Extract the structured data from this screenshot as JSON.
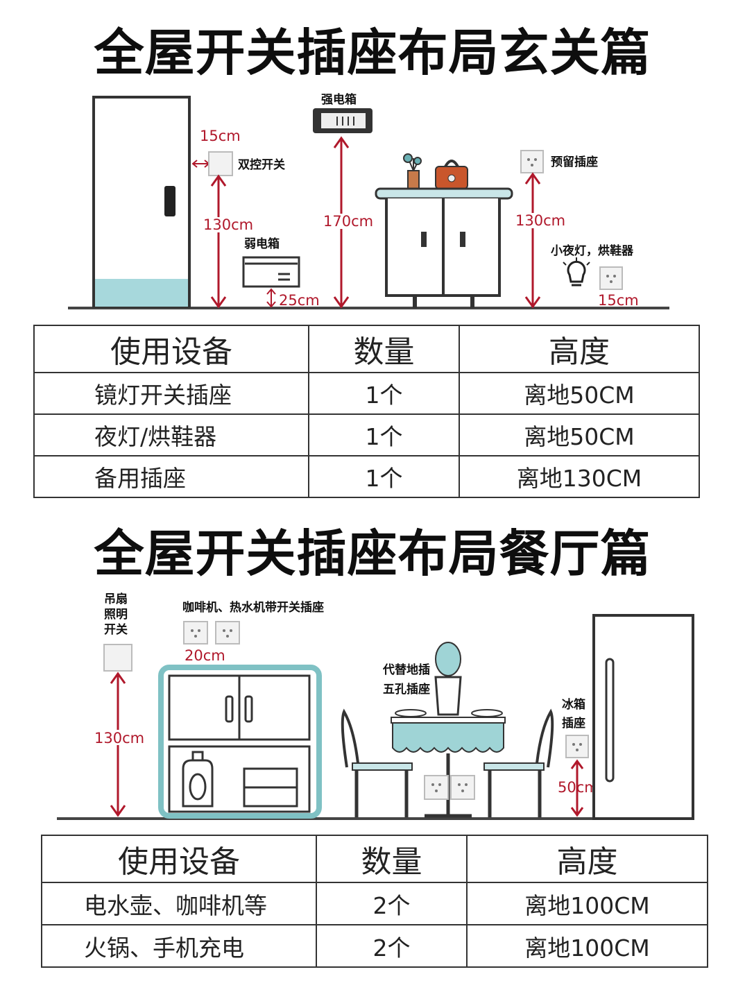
{
  "section1": {
    "title": "全屋开关插座布局玄关篇",
    "labels": {
      "strong_box": "强电箱",
      "dual_switch": "双控开关",
      "reserved_socket": "预留插座",
      "weak_box": "弱电箱",
      "night_light": "小夜灯，烘鞋器"
    },
    "dims": {
      "d15_top": "15cm",
      "d130_left": "130cm",
      "d170": "170cm",
      "d130_right": "130cm",
      "d25": "25cm",
      "d15_bottom": "15cm"
    },
    "table": {
      "headers": [
        "使用设备",
        "数量",
        "高度"
      ],
      "rows": [
        [
          "镜灯开关插座",
          "1个",
          "离地50CM"
        ],
        [
          "夜灯/烘鞋器",
          "1个",
          "离地50CM"
        ],
        [
          "备用插座",
          "1个",
          "离地130CM"
        ]
      ]
    }
  },
  "section2": {
    "title": "全屋开关插座布局餐厅篇",
    "labels": {
      "fan_line1": "吊扇",
      "fan_line2": "照明",
      "fan_line3": "开关",
      "coffee": "咖啡机、热水机带开关插座",
      "floor_line1": "代替地插",
      "floor_line2": "五孔插座",
      "fridge_line1": "冰箱",
      "fridge_line2": "插座"
    },
    "dims": {
      "d20": "20cm",
      "d130": "130cm",
      "d50": "50cm"
    },
    "table": {
      "headers": [
        "使用设备",
        "数量",
        "高度"
      ],
      "rows": [
        [
          "电水壶、咖啡机等",
          "2个",
          "离地100CM"
        ],
        [
          "火锅、手机充电",
          "2个",
          "离地100CM"
        ]
      ]
    }
  },
  "colors": {
    "dimension_red": "#b0182b",
    "teal": "#9fd4d6",
    "cabinet_teal": "#7fc1c4"
  }
}
